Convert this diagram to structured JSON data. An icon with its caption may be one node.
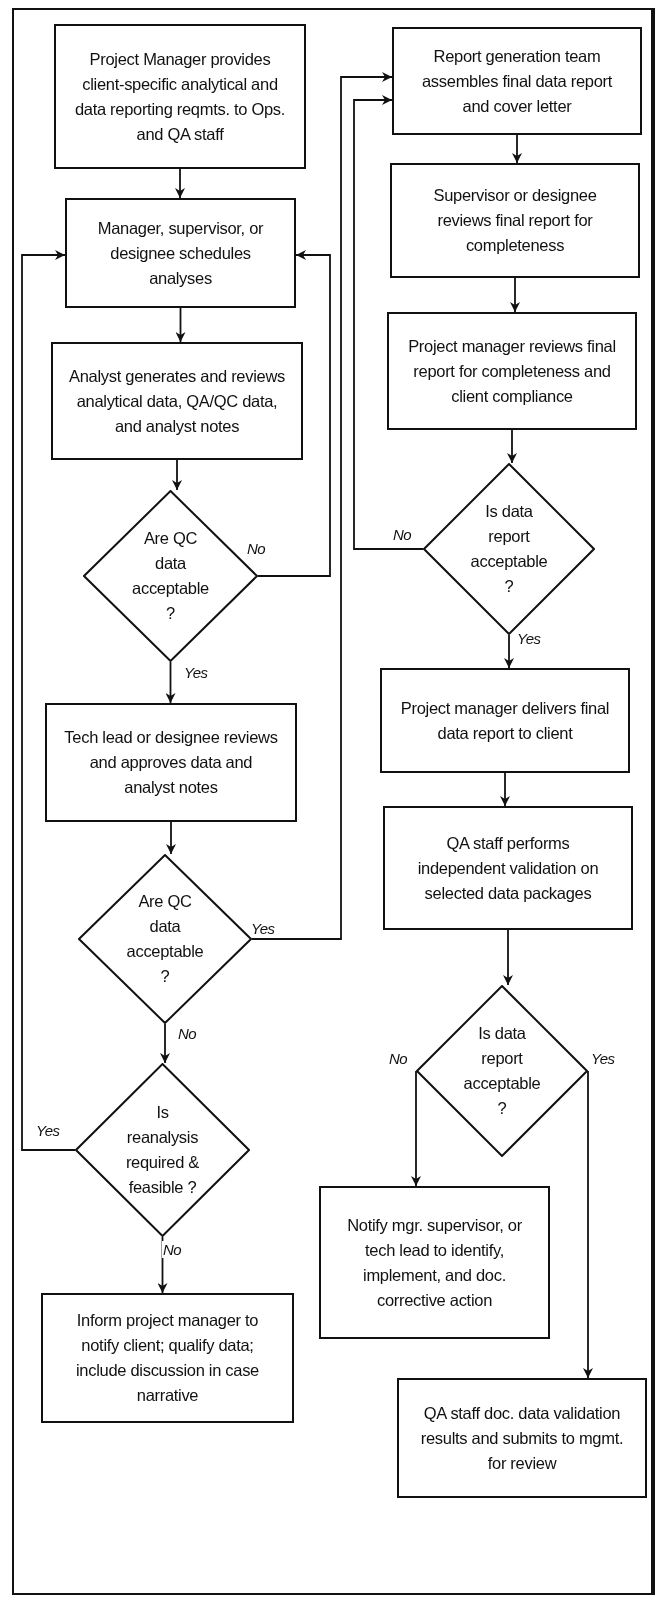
{
  "diagram": {
    "nodes": [
      {
        "text": [
          "Project Manager provides client-specific analytical and data reporting reqmts. to Ops. and QA staff"
        ]
      },
      {
        "text": [
          "Manager, supervisor, or designee schedules analyses"
        ]
      },
      {
        "text": [
          "Analyst generates and reviews analytical data, QA/QC data, and analyst notes"
        ]
      },
      {
        "text": [
          "Are QC data acceptable ?"
        ]
      },
      {
        "text": [
          "Tech lead or designee reviews and approves data and analyst notes"
        ]
      },
      {
        "text": [
          "Are QC data acceptable ?"
        ]
      },
      {
        "text": [
          "Is reanalysis required & feasible ?"
        ]
      },
      {
        "text": [
          "Inform project manager to notify client; qualify data; include discussion in case narrative"
        ]
      },
      {
        "text": [
          "Report generation team assembles final data report and cover letter"
        ]
      },
      {
        "text": [
          "Supervisor or designee reviews final report for completeness"
        ]
      },
      {
        "text": [
          "Project manager reviews final report for completeness and client compliance"
        ]
      },
      {
        "text": [
          "Is data report acceptable ?"
        ]
      },
      {
        "text": [
          "Project manager delivers final data report to client"
        ]
      },
      {
        "text": [
          "QA staff performs independent validation on selected data packages"
        ]
      },
      {
        "text": [
          "Is data report acceptable ?"
        ]
      },
      {
        "text": [
          "Notify mgr. supervisor, or tech lead to identify, implement, and doc. corrective action"
        ]
      },
      {
        "text": [
          "QA staff doc. data validation results and submits to mgmt. for review"
        ]
      }
    ],
    "edges": [
      {
        "from": 0,
        "to": 1,
        "arrow": "to"
      },
      {
        "from": 1,
        "to": 2,
        "arrow": "to"
      },
      {
        "from": 2,
        "to": 3,
        "arrow": "to"
      },
      {
        "from": 3,
        "to": 1,
        "arrow": "to",
        "label": "No"
      },
      {
        "from": 3,
        "to": 4,
        "arrow": "to",
        "label": "Yes"
      },
      {
        "from": 4,
        "to": 5,
        "arrow": "to"
      },
      {
        "from": 5,
        "to": 8,
        "arrow": "to",
        "label": "Yes"
      },
      {
        "from": 5,
        "to": 6,
        "arrow": "to",
        "label": "No"
      },
      {
        "from": 6,
        "to": 1,
        "arrow": "to",
        "label": "Yes"
      },
      {
        "from": 6,
        "to": 7,
        "arrow": "to",
        "label": "No"
      },
      {
        "from": 8,
        "to": 9,
        "arrow": "to"
      },
      {
        "from": 9,
        "to": 10,
        "arrow": "to"
      },
      {
        "from": 10,
        "to": 11,
        "arrow": "to"
      },
      {
        "from": 11,
        "to": 8,
        "arrow": "to",
        "label": "No"
      },
      {
        "from": 11,
        "to": 12,
        "arrow": "to",
        "label": "Yes"
      },
      {
        "from": 12,
        "to": 13,
        "arrow": "to"
      },
      {
        "from": 13,
        "to": 14,
        "arrow": "to"
      },
      {
        "from": 14,
        "to": 15,
        "arrow": "to",
        "label": "No"
      },
      {
        "from": 14,
        "to": 16,
        "arrow": "to",
        "label": "Yes"
      }
    ]
  }
}
